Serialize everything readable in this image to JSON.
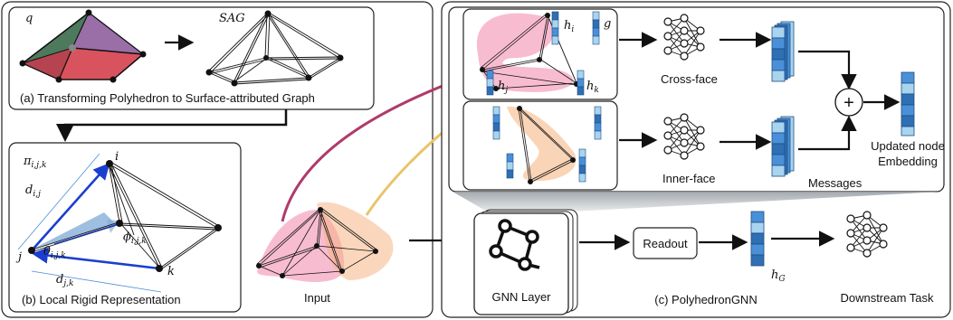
{
  "panel_a": {
    "q_label": "q",
    "sag_label": "SAG",
    "caption": "(a) Transforming Polyhedron to Surface-attributed Graph"
  },
  "panel_b": {
    "pi_label": "π",
    "pi_sub": "i,j,k",
    "d_ij": "d",
    "d_ij_sub": "i,j",
    "d_jk": "d",
    "d_jk_sub": "j,k",
    "theta": "θ",
    "theta_sub": "i,j,k",
    "phi": "ϕ",
    "phi_sub": "i,j,k",
    "node_i": "i",
    "node_j": "j",
    "node_k": "k",
    "caption": "(b) Local Rigid Representation"
  },
  "input": {
    "caption": "Input"
  },
  "panel_c": {
    "h_i": "h",
    "h_i_sub": "i",
    "g": "g",
    "h_j": "h",
    "h_j_sub": "j",
    "h_k": "h",
    "h_k_sub": "k",
    "cross_face": "Cross-face",
    "inner_face": "Inner-face",
    "messages": "Messages",
    "updated_line1": "Updated node",
    "updated_line2": "Embedding",
    "plus": "+",
    "gnn_layer": "GNN Layer",
    "readout": "Readout",
    "h_G": "h",
    "h_G_sub": "G",
    "caption": "(c) PolyhedronGNN",
    "downstream": "Downstream Task"
  },
  "colors": {
    "blue_dark": "#2f6fb3",
    "blue_mid": "#4a90d9",
    "blue_light": "#a8d4f0",
    "pink": "#f06a9a",
    "orange": "#f5b07a",
    "arrow_pink": "#b03a6a",
    "arrow_yellow": "#e8c56a",
    "edge_blue": "#1a3fd0"
  }
}
